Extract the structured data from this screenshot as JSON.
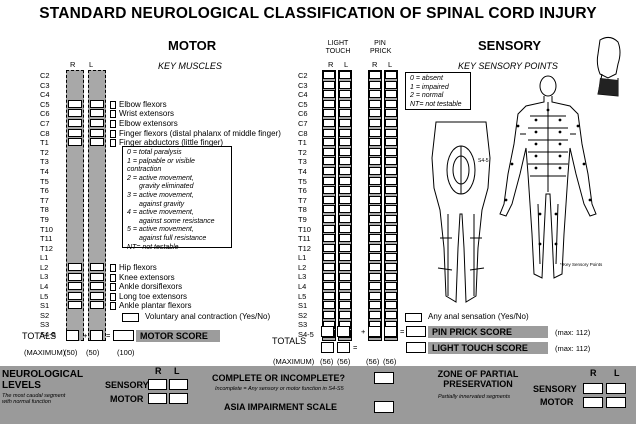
{
  "title": "STANDARD NEUROLOGICAL CLASSIFICATION OF SPINAL CORD INJURY",
  "motor": {
    "heading": "MOTOR",
    "subheading": "KEY MUSCLES",
    "col_r": "R",
    "col_l": "L",
    "muscles": [
      {
        "level": "C5",
        "label": "Elbow flexors"
      },
      {
        "level": "C6",
        "label": "Wrist extensors"
      },
      {
        "level": "C7",
        "label": "Elbow extensors"
      },
      {
        "level": "C8",
        "label": "Finger flexors (distal phalanx of middle finger)"
      },
      {
        "level": "T1",
        "label": "Finger abductors (little finger)"
      },
      {
        "level": "L2",
        "label": "Hip flexors"
      },
      {
        "level": "L3",
        "label": "Knee extensors"
      },
      {
        "level": "L4",
        "label": "Ankle dorsiflexors"
      },
      {
        "level": "L5",
        "label": "Long toe extensors"
      },
      {
        "level": "S1",
        "label": "Ankle plantar flexors"
      }
    ],
    "legend": [
      "0 = total paralysis",
      "1 = palpable or visible contraction",
      "2 = active movement,",
      "gravity eliminated",
      "3 = active movement,",
      "against gravity",
      "4 = active movement,",
      "against some resistance",
      "5 = active movement,",
      "against full resistance",
      "NT= not testable"
    ],
    "anal": "Voluntary anal contraction (Yes/No)",
    "totals_label": "TOTALS",
    "plus": "+",
    "equals": "=",
    "score_label": "MOTOR SCORE",
    "maximum_label": "(MAXIMUM)",
    "max_r": "(50)",
    "max_l": "(50)",
    "max_total": "(100)"
  },
  "levels": [
    "C2",
    "C3",
    "C4",
    "C5",
    "C6",
    "C7",
    "C8",
    "T1",
    "T2",
    "T3",
    "T4",
    "T5",
    "T6",
    "T7",
    "T8",
    "T9",
    "T10",
    "T11",
    "T12",
    "L1",
    "L2",
    "L3",
    "L4",
    "L5",
    "S1",
    "S2",
    "S3",
    "S4-5"
  ],
  "sensory": {
    "heading": "SENSORY",
    "subheading": "KEY SENSORY POINTS",
    "light_touch_1": "LIGHT",
    "light_touch_2": "TOUCH",
    "pin_prick_1": "PIN",
    "pin_prick_2": "PRICK",
    "col_r": "R",
    "col_l": "L",
    "legend": [
      "0 = absent",
      "1 = impaired",
      "2 = normal",
      "NT= not testable"
    ],
    "anal": "Any anal sensation (Yes/No)",
    "totals_label": "TOTALS",
    "pin_score_label": "PIN PRICK SCORE",
    "pin_max": "(max: 112)",
    "lt_score_label": "LIGHT TOUCH SCORE",
    "lt_max": "(max: 112)",
    "maximum_label": "(MAXIMUM)",
    "max_vals": [
      "(56)",
      "(56)",
      "(56)",
      "(56)"
    ],
    "key_points_note": "* Key Sensory Points",
    "dermatome_label": "S4-5"
  },
  "bottom": {
    "neuro_title_1": "NEUROLOGICAL",
    "neuro_title_2": "LEVELS",
    "neuro_sub_1": "The most caudal segment",
    "neuro_sub_2": "with normal function",
    "sensory": "SENSORY",
    "motor": "MOTOR",
    "r": "R",
    "l": "L",
    "complete_title": "COMPLETE OR INCOMPLETE?",
    "complete_sub": "Incomplete = Any sensory or motor function in S4-S5",
    "asia_title": "ASIA IMPAIRMENT SCALE",
    "zone_title_1": "ZONE OF PARTIAL",
    "zone_title_2": "PRESERVATION",
    "zone_sub": "Partially innervated segments"
  }
}
